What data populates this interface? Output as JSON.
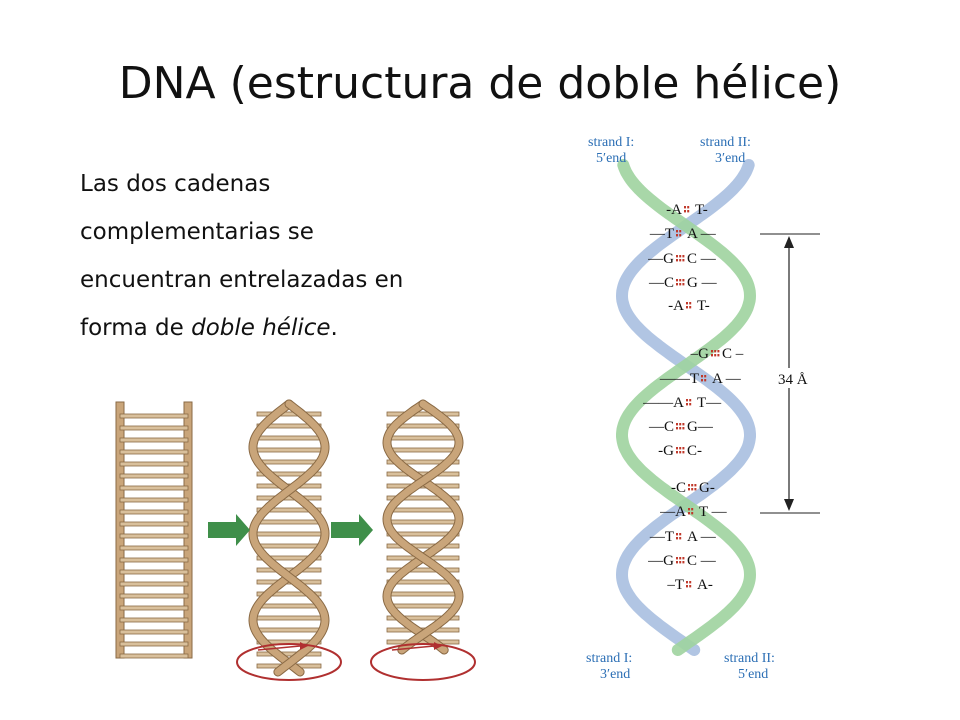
{
  "title": "DNA (estructura de doble hélice)",
  "text": {
    "line1": "Las dos cadenas",
    "line2": "complementarias se",
    "line3": "encuentran entrelazadas en",
    "line4_prefix": "forma de ",
    "line4_italic": "doble hélice",
    "line4_suffix": "."
  },
  "helix": {
    "top_left_label": [
      "strand I:",
      "5′end"
    ],
    "top_right_label": [
      "strand II:",
      "3′end"
    ],
    "bottom_left_label": [
      "strand I:",
      "3′end"
    ],
    "bottom_right_label": [
      "strand II:",
      "5′end"
    ],
    "pitch_label": "34 Å",
    "pairs": [
      {
        "l": "-A",
        "r": "T-",
        "hb": 2
      },
      {
        "l": "—T",
        "r": "A —",
        "hb": 2
      },
      {
        "l": "—G",
        "r": "C —",
        "hb": 3
      },
      {
        "l": "—C",
        "r": "G —",
        "hb": 3
      },
      {
        "l": "-A",
        "r": "T-",
        "hb": 2
      },
      {
        "l": "–G",
        "r": "C –",
        "hb": 3
      },
      {
        "l": "——T",
        "r": "A —",
        "hb": 2
      },
      {
        "l": "——A",
        "r": "T—",
        "hb": 2
      },
      {
        "l": "—C",
        "r": "G—",
        "hb": 3
      },
      {
        "l": "-G",
        "r": "C-",
        "hb": 3
      },
      {
        "l": "-C",
        "r": "G-",
        "hb": 3
      },
      {
        "l": "—A",
        "r": "T —",
        "hb": 2
      },
      {
        "l": "—T",
        "r": "A —",
        "hb": 2
      },
      {
        "l": "—G",
        "r": "C —",
        "hb": 3
      },
      {
        "l": "–T",
        "r": "A-",
        "hb": 2
      }
    ]
  },
  "colors": {
    "strand_blue": "#a9bfe0",
    "strand_green": "#9fd39f",
    "ladder": "#c9a57a",
    "arrow": "#3f8f4a",
    "ellipse": "#b03030"
  }
}
